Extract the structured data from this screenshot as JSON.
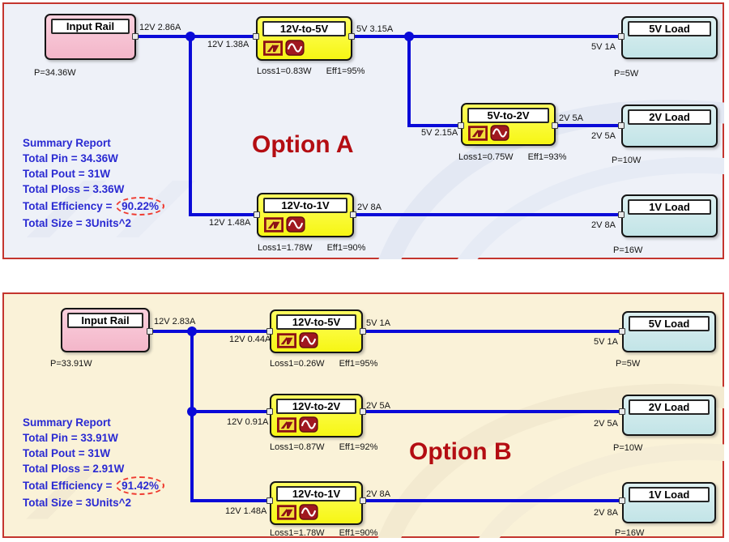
{
  "colors": {
    "wire_blue": "#0a0ad8",
    "panel_border_red": "#c4352e",
    "panel_a_background": "#eef1f8",
    "panel_b_background": "#faf2d8",
    "input_rail_fill": "#f6bdd0",
    "converter_fill": "#fafa30",
    "load_fill": "#cde8ea",
    "summary_text_blue": "#2a2ad2",
    "option_title_red": "#b40d12",
    "efficiency_highlight_red": "#ef3b30"
  },
  "option_a": {
    "title": "Option A",
    "summary": {
      "heading": "Summary Report",
      "pin": "Total Pin = 34.36W",
      "pout": "Total Pout = 31W",
      "ploss": "Total Ploss = 3.36W",
      "eff_prefix": "Total Efficiency = ",
      "eff_value": "90.22%",
      "size": "Total Size = 3Units^2"
    },
    "nodes": {
      "input_rail": {
        "title": "Input Rail",
        "power": "P=34.36W"
      },
      "conv_5v": {
        "title": "12V-to-5V",
        "loss": "Loss1=0.83W",
        "eff": "Eff1=95%"
      },
      "conv_2v": {
        "title": "5V-to-2V",
        "loss": "Loss1=0.75W",
        "eff": "Eff1=93%"
      },
      "conv_1v": {
        "title": "12V-to-1V",
        "loss": "Loss1=1.78W",
        "eff": "Eff1=90%"
      },
      "load_5v": {
        "title": "5V Load",
        "power": "P=5W"
      },
      "load_2v": {
        "title": "2V Load",
        "power": "P=10W"
      },
      "load_1v": {
        "title": "1V Load",
        "power": "P=16W"
      }
    },
    "wire_labels": {
      "rail_out": "12V 2.86A",
      "conv_5v_in": "12V 1.38A",
      "conv_5v_out": "5V 3.15A",
      "load_5v_in": "5V 1A",
      "conv_2v_in": "5V 2.15A",
      "conv_2v_out": "2V 5A",
      "load_2v_in": "2V 5A",
      "conv_1v_in": "12V 1.48A",
      "conv_1v_out": "2V 8A",
      "load_1v_in": "2V 8A"
    }
  },
  "option_b": {
    "title": "Option B",
    "summary": {
      "heading": "Summary Report",
      "pin": "Total Pin = 33.91W",
      "pout": "Total Pout = 31W",
      "ploss": "Total Ploss = 2.91W",
      "eff_prefix": "Total Efficiency = ",
      "eff_value": "91.42%",
      "size": "Total Size = 3Units^2"
    },
    "nodes": {
      "input_rail": {
        "title": "Input Rail",
        "power": "P=33.91W"
      },
      "conv_5v": {
        "title": "12V-to-5V",
        "loss": "Loss1=0.26W",
        "eff": "Eff1=95%"
      },
      "conv_2v": {
        "title": "12V-to-2V",
        "loss": "Loss1=0.87W",
        "eff": "Eff1=92%"
      },
      "conv_1v": {
        "title": "12V-to-1V",
        "loss": "Loss1=1.78W",
        "eff": "Eff1=90%"
      },
      "load_5v": {
        "title": "5V Load",
        "power": "P=5W"
      },
      "load_2v": {
        "title": "2V Load",
        "power": "P=10W"
      },
      "load_1v": {
        "title": "1V Load",
        "power": "P=16W"
      }
    },
    "wire_labels": {
      "rail_out": "12V 2.83A",
      "conv_5v_in": "12V 0.44A",
      "conv_5v_out": "5V 1A",
      "load_5v_in": "5V 1A",
      "conv_2v_in": "12V 0.91A",
      "conv_2v_out": "2V 5A",
      "load_2v_in": "2V 5A",
      "conv_1v_in": "12V 1.48A",
      "conv_1v_out": "2V 8A",
      "load_1v_in": "2V 8A"
    }
  }
}
